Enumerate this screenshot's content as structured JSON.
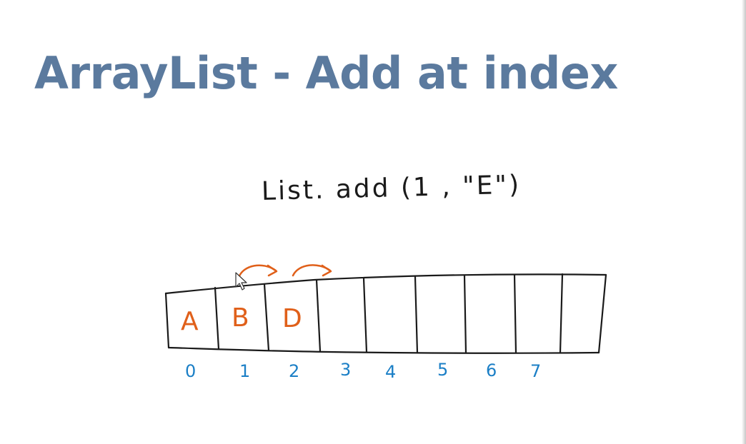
{
  "slide": {
    "title": "ArrayList - Add at index",
    "code": "List. add (1 , \"E\")"
  },
  "array": {
    "cells": [
      "A",
      "B",
      "D",
      "",
      "",
      "",
      "",
      "",
      ""
    ],
    "indices": [
      "0",
      "1",
      "2",
      "3",
      "4",
      "5",
      "6",
      "7"
    ],
    "shift_arrows": 2
  },
  "colors": {
    "title": "#5b7a9e",
    "element": "#e0601a",
    "index": "#1b7fc6",
    "ink": "#1a1a1a"
  }
}
